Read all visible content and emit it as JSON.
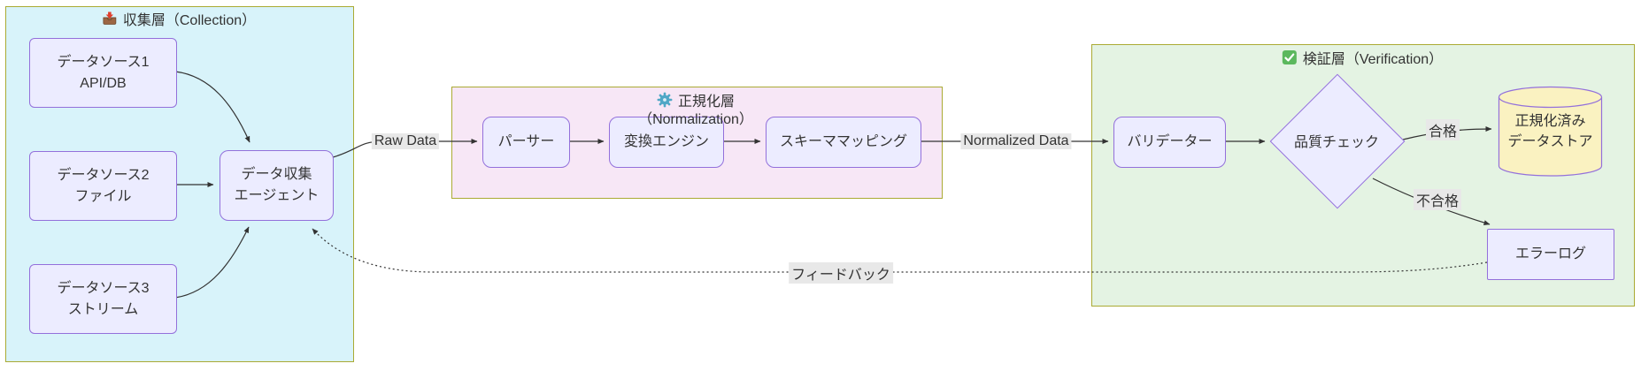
{
  "diagram": {
    "containers": {
      "collection": {
        "title": "収集層（Collection）",
        "icon": "inbox-tray-icon"
      },
      "normalization": {
        "title_line1": "正規化層",
        "title_line2": "（Normalization）",
        "icon": "gear-icon"
      },
      "verification": {
        "title": "検証層（Verification）",
        "icon": "check-icon"
      }
    },
    "nodes": {
      "ds1": {
        "line1": "データソース1",
        "line2": "API/DB"
      },
      "ds2": {
        "line1": "データソース2",
        "line2": "ファイル"
      },
      "ds3": {
        "line1": "データソース3",
        "line2": "ストリーム"
      },
      "agent": {
        "line1": "データ収集",
        "line2": "エージェント"
      },
      "parser": {
        "label": "パーサー"
      },
      "transform": {
        "label": "変換エンジン"
      },
      "schema": {
        "label": "スキーママッピング"
      },
      "validator": {
        "label": "バリデーター"
      },
      "quality": {
        "label": "品質チェック",
        "shape": "diamond"
      },
      "datastore": {
        "line1": "正規化済み",
        "line2": "データストア",
        "shape": "cylinder"
      },
      "errorlog": {
        "label": "エラーログ"
      }
    },
    "edge_labels": {
      "raw": "Raw Data",
      "normalized": "Normalized Data",
      "pass": "合格",
      "fail": "不合格",
      "feedback": "フィードバック"
    },
    "edges": [
      {
        "from": "ds1",
        "to": "agent"
      },
      {
        "from": "ds2",
        "to": "agent"
      },
      {
        "from": "ds3",
        "to": "agent"
      },
      {
        "from": "agent",
        "to": "parser",
        "label": "Raw Data"
      },
      {
        "from": "parser",
        "to": "transform"
      },
      {
        "from": "transform",
        "to": "schema"
      },
      {
        "from": "schema",
        "to": "validator",
        "label": "Normalized Data"
      },
      {
        "from": "validator",
        "to": "quality"
      },
      {
        "from": "quality",
        "to": "datastore",
        "label": "合格"
      },
      {
        "from": "quality",
        "to": "errorlog",
        "label": "不合格"
      },
      {
        "from": "errorlog",
        "to": "agent",
        "label": "フィードバック",
        "style": "dotted"
      }
    ],
    "colors": {
      "node_fill": "#ECECFF",
      "node_border": "#9370DB",
      "container_border": "#AAAA33",
      "collection_bg": "#D8F3FA",
      "normalization_bg": "#F7E7F6",
      "verification_bg": "#E4F3E3",
      "datastore_fill": "#FAF2C1",
      "edge_color": "#333333",
      "edge_label_bg": "#E8E8E8",
      "text": "#333333"
    }
  }
}
